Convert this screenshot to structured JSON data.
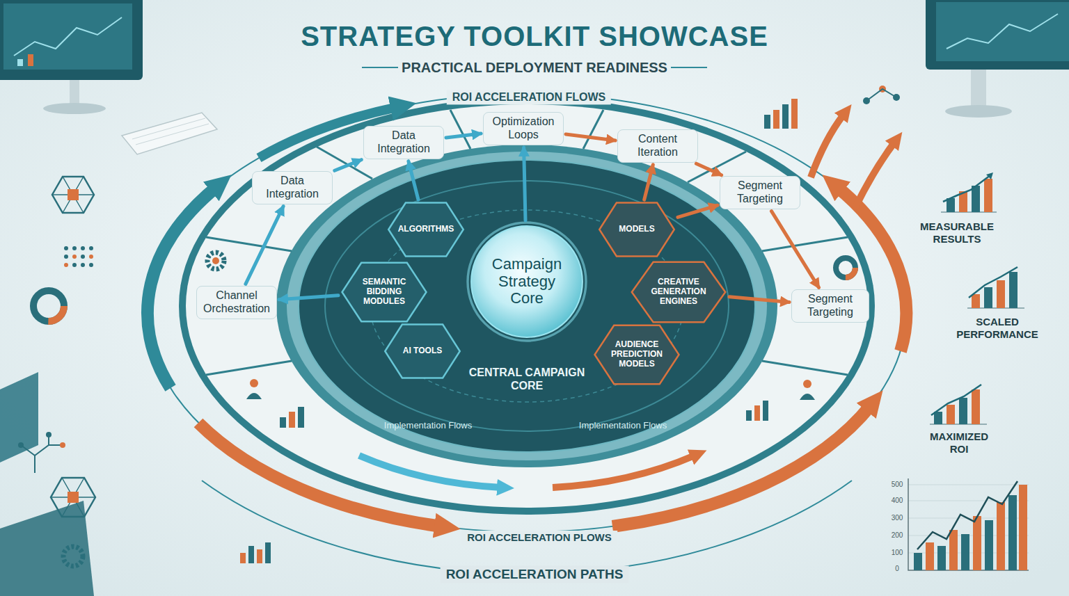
{
  "diagram": {
    "title": "STRATEGY TOOLKIT SHOWCASE",
    "nodes": [
      {
        "text": [
          "Data Integration"
        ]
      },
      {
        "text": [
          "Data Integration"
        ]
      },
      {
        "text": [
          "Optimization Loops"
        ]
      },
      {
        "text": [
          "Content Iteration"
        ]
      },
      {
        "text": [
          "Segment Targeting"
        ]
      },
      {
        "text": [
          "Channel Orchestration"
        ]
      },
      {
        "text": [
          "Segment Targeting"
        ]
      },
      {
        "text": [
          "CENTRAL CAMPAIGN CORE"
        ]
      },
      {
        "text": [
          "Campaign Strategy Core"
        ],
        "in": 7
      },
      {
        "text": [
          "ALGORITHMS"
        ],
        "in": 7
      },
      {
        "text": [
          "SEMANTIC BIDDING MODULES"
        ],
        "in": 7
      },
      {
        "text": [
          "AI TOOLS"
        ],
        "in": 7
      },
      {
        "text": [
          "MODELS"
        ],
        "in": 7
      },
      {
        "text": [
          "CREATIVE GENERATION ENGINES"
        ],
        "in": 7
      },
      {
        "text": [
          "AUDIENCE PREDICTION MODELS"
        ],
        "in": 7
      }
    ],
    "edges": [
      {
        "from": 9,
        "to": 1,
        "arrow": "to"
      },
      {
        "from": 8,
        "to": 2,
        "arrow": "to"
      },
      {
        "from": 12,
        "to": 3,
        "arrow": "to"
      },
      {
        "from": 12,
        "to": 4,
        "arrow": "to"
      },
      {
        "from": 10,
        "to": 5,
        "arrow": "to"
      },
      {
        "from": 13,
        "to": 6,
        "arrow": "to"
      },
      {
        "from": 5,
        "to": 0,
        "arrow": "to"
      },
      {
        "from": 0,
        "to": 1,
        "arrow": "to"
      },
      {
        "from": 1,
        "to": 2,
        "arrow": "to"
      },
      {
        "from": 2,
        "to": 3,
        "arrow": "to"
      },
      {
        "from": 3,
        "to": 4,
        "arrow": "to"
      },
      {
        "from": 4,
        "to": 6,
        "arrow": "to"
      }
    ],
    "labels": [
      "PRACTICAL DEPLOYMENT READINESS",
      "ROI ACCELERATION FLOWS",
      "Implementation Flows",
      "Implementation Flows",
      "ROI ACCELERATION PLOWS",
      "ROI ACCELERATION PATHS",
      "MEASURABLE RESULTS",
      "SCALED PERFORMANCE",
      "MAXIMIZED ROI",
      "500",
      "400",
      "300",
      "200",
      "100",
      "0"
    ]
  }
}
